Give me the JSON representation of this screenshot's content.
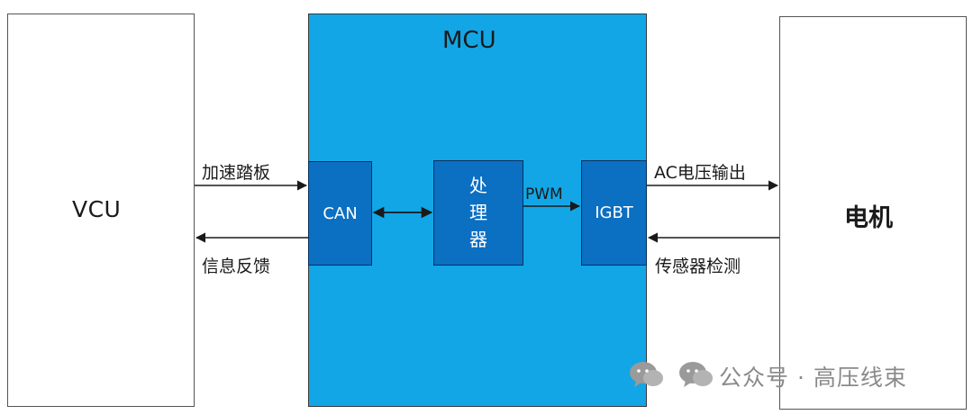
{
  "blocks": {
    "vcu": "VCU",
    "mcu": "MCU",
    "motor": "电机",
    "can": "CAN",
    "processor": "处\n理\n器",
    "igbt": "IGBT"
  },
  "signals": {
    "accelerator_pedal": "加速踏板",
    "info_feedback": "信息反馈",
    "pwm": "PWM",
    "ac_voltage_output": "AC电压输出",
    "sensor_detection": "传感器检测"
  },
  "watermark": {
    "text": "公众号 · 高压线束",
    "icon": "wechat-icon"
  },
  "colors": {
    "mcu_fill": "#12a6e6",
    "inner_block_fill": "#0b6fc2",
    "line": "#1a1a1a"
  }
}
